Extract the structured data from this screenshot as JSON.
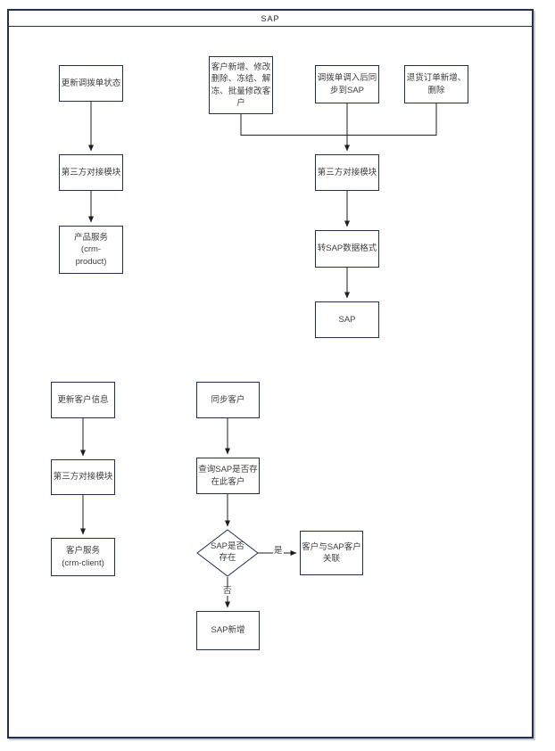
{
  "title": "SAP",
  "colors": {
    "frame_border": "#242f50",
    "box_border": "#222e4f",
    "connector": "#1e1e1e",
    "text": "#3d3d3d"
  },
  "nodes": {
    "update_transfer_status": {
      "label": "更新调拨单状态"
    },
    "customer_ops": {
      "label": "客户新增、修改\n删除、冻结、解\n冻、批量修改客\n户"
    },
    "transfer_sync_sap": {
      "label": "调拨单调入后同\n步到SAP"
    },
    "return_order_ops": {
      "label": "退货订单新增、\n删除"
    },
    "third_party_module_a": {
      "label": "第三方对接模块"
    },
    "product_service": {
      "label": "产品服务\n(crm-\nproduct)"
    },
    "third_party_module_b": {
      "label": "第三方对接模块"
    },
    "to_sap_format": {
      "label": "转SAP数据格式"
    },
    "sap": {
      "label": "SAP"
    },
    "update_customer_info": {
      "label": "更新客户信息"
    },
    "third_party_module_c": {
      "label": "第三方对接模块"
    },
    "customer_service": {
      "label": "客户服务\n(crm-client)"
    },
    "sync_customer": {
      "label": "同步客户"
    },
    "query_sap_exists": {
      "label": "查询SAP是否存\n在此客户"
    },
    "sap_exists_decision": {
      "label": "SAP是否\n存在"
    },
    "link_customer_sap": {
      "label": "客户与SAP客户\n关联"
    },
    "sap_add": {
      "label": "SAP新增"
    }
  },
  "edge_labels": {
    "yes": "是",
    "no": "否"
  }
}
